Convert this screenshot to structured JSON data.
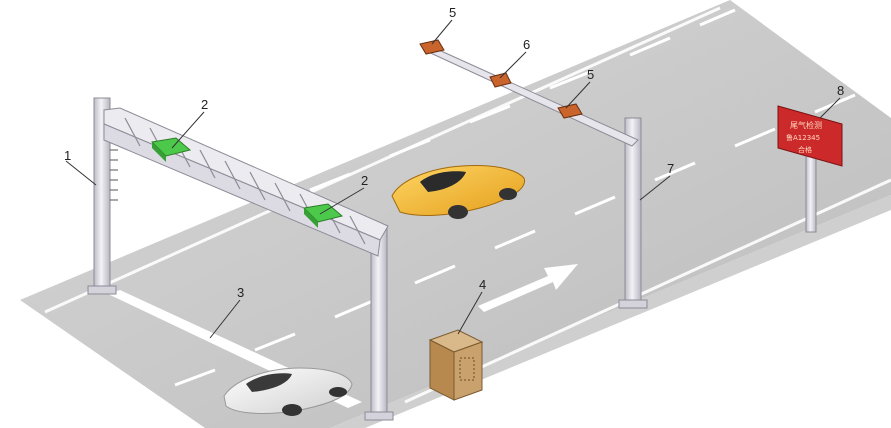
{
  "callouts": [
    {
      "id": "1",
      "text": "1"
    },
    {
      "id": "2a",
      "text": "2"
    },
    {
      "id": "2b",
      "text": "2"
    },
    {
      "id": "3",
      "text": "3"
    },
    {
      "id": "4",
      "text": "4"
    },
    {
      "id": "5a",
      "text": "5"
    },
    {
      "id": "5b",
      "text": "5"
    },
    {
      "id": "6",
      "text": "6"
    },
    {
      "id": "7",
      "text": "7"
    },
    {
      "id": "8",
      "text": "8"
    }
  ],
  "sign": {
    "line1": "尾气检测",
    "line2": "鲁A12345",
    "line3": "合格"
  },
  "colors": {
    "road": "#c9c9c9",
    "road_edge": "#b9b9b9",
    "lane_mark": "#ffffff",
    "gantry": "#ecebf0",
    "gantry_shadow": "#bdbcc6",
    "sensor_green": "#4cc94a",
    "camera_orange": "#c8642c",
    "cabinet": "#c9a16c",
    "car_yellow": "#f1b531",
    "car_white": "#eeeeee",
    "sign_red": "#cc2a2a",
    "arrow": "#ffffff"
  }
}
